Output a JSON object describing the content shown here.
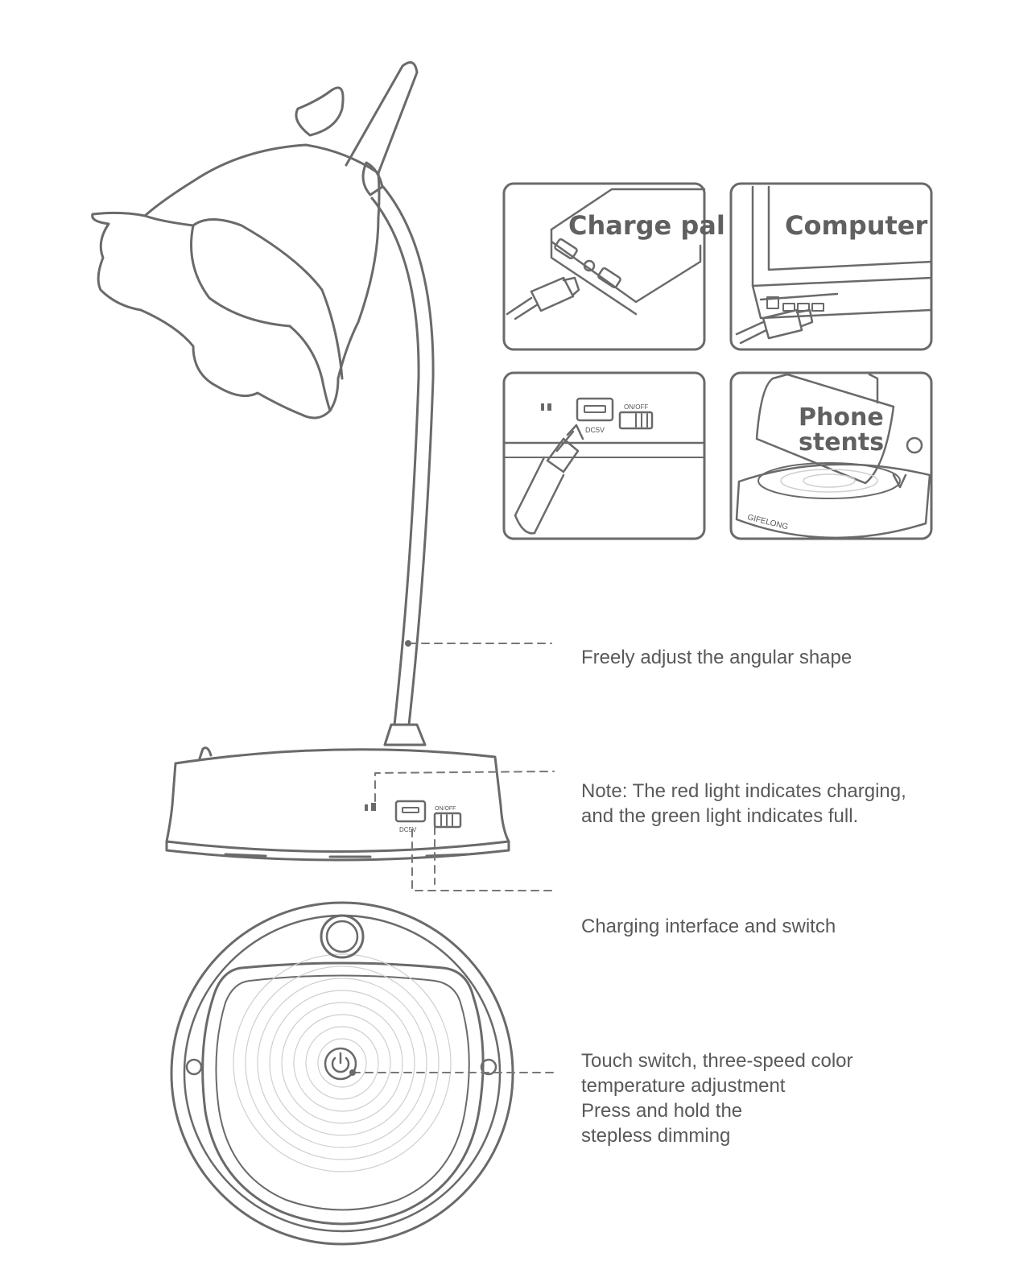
{
  "panels": {
    "charge_pal": "Charge pal",
    "computer": "Computer",
    "phone_stents_line1": "Phone",
    "phone_stents_line2": "stents",
    "dc_label": "DC5V",
    "switch_label": "ON/OFF",
    "brand": "GIFELONG"
  },
  "base_labels": {
    "dc_label": "DC5V",
    "switch_label": "ON/OFF"
  },
  "callouts": {
    "angle": "Freely adjust the angular shape",
    "note": "Note: The red light indicates charging,\nand the green light indicates full.",
    "interface": "Charging interface and switch",
    "touch": "Touch switch, three-speed color\ntemperature adjustment\nPress and hold the\nstepless dimming"
  },
  "colors": {
    "line": "#6a6a6a",
    "text": "#595959"
  }
}
